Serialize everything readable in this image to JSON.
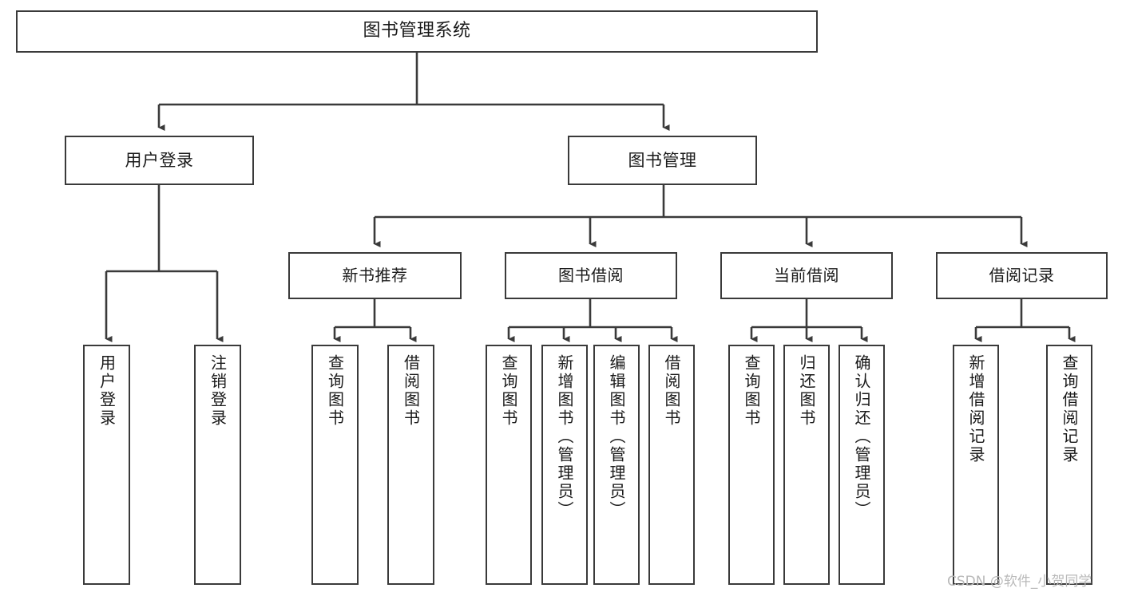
{
  "diagram": {
    "type": "tree",
    "title": "图书管理系统",
    "root": {
      "label": "图书管理系统"
    },
    "level2": [
      {
        "label": "用户登录"
      },
      {
        "label": "图书管理"
      }
    ],
    "level3": [
      {
        "label": "新书推荐"
      },
      {
        "label": "图书借阅"
      },
      {
        "label": "当前借阅"
      },
      {
        "label": "借阅记录"
      }
    ],
    "leaves": {
      "user_login": [
        {
          "label": "用户登录"
        },
        {
          "label": "注销登录"
        }
      ],
      "new_book": [
        {
          "label": "查询图书"
        },
        {
          "label": "借阅图书"
        }
      ],
      "book_borrow": [
        {
          "label": "查询图书"
        },
        {
          "label": "新增图书（管理员）"
        },
        {
          "label": "编辑图书（管理员）"
        },
        {
          "label": "借阅图书"
        }
      ],
      "current_borrow": [
        {
          "label": "查询图书"
        },
        {
          "label": "归还图书"
        },
        {
          "label": "确认归还（管理员）"
        }
      ],
      "borrow_record": [
        {
          "label": "新增借阅记录"
        },
        {
          "label": "查询借阅记录"
        }
      ]
    }
  },
  "watermark": {
    "text": "CSDN @软件_小贺同学"
  },
  "colors": {
    "border": "#3a3a3a",
    "text": "#1a1a1a",
    "background": "#ffffff",
    "watermark": "#b9b9b9"
  }
}
